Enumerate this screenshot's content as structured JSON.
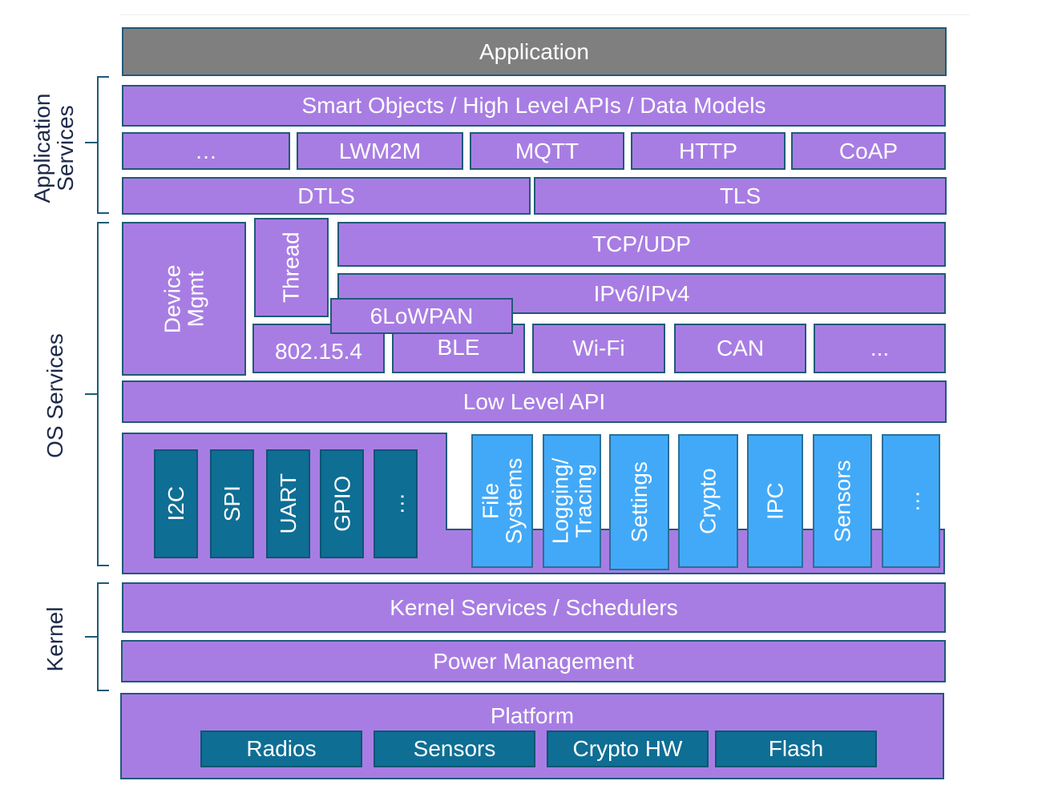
{
  "side_labels": {
    "application_services": "Application\nServices",
    "os_services": "OS Services",
    "kernel": "Kernel"
  },
  "layers": {
    "application": "Application",
    "smart_objects": "Smart Objects / High Level APIs / Data Models",
    "protocols": [
      "…",
      "LWM2M",
      "MQTT",
      "HTTP",
      "CoAP"
    ],
    "dtls": "DTLS",
    "tls": "TLS",
    "device_mgmt": "Device\nMgmt",
    "thread": "Thread",
    "tcp_udp": "TCP/UDP",
    "ipv6_ipv4": "IPv6/IPv4",
    "sixlowpan": "6LoWPAN",
    "links": [
      "802.15.4",
      "BLE",
      "Wi-Fi",
      "CAN",
      "..."
    ],
    "low_level_api": "Low Level API",
    "drivers": [
      "I2C",
      "SPI",
      "UART",
      "GPIO",
      "…"
    ],
    "os_subsystems": [
      "File\nSystems",
      "Logging/\nTracing",
      "Settings",
      "Crypto",
      "IPC",
      "Sensors",
      "…"
    ],
    "kernel_services": "Kernel Services / Schedulers",
    "power_management": "Power Management",
    "platform": "Platform",
    "platform_components": [
      "Radios",
      "Sensors",
      "Crypto HW",
      "Flash"
    ]
  },
  "colors": {
    "purple": "#a87de3",
    "gray": "#7f7f7f",
    "teal": "#0f6e94",
    "blue": "#42a9f8",
    "border": "#1f5a78"
  }
}
